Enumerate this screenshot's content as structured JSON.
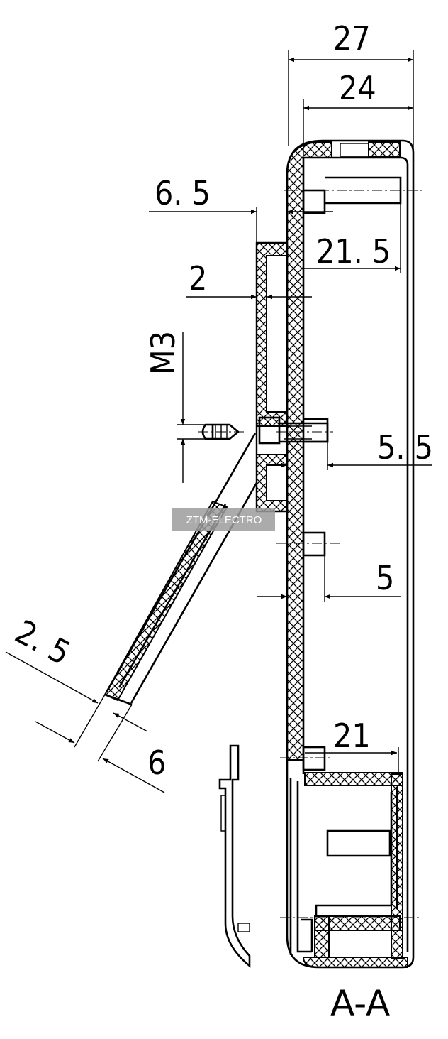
{
  "drawing": {
    "section_label": "A-A",
    "dimensions": {
      "overall_width": "27",
      "inner_width": "24",
      "offset_6_5": "6. 5",
      "depth_21_5": "21. 5",
      "wall_2": "2",
      "thread": "M3",
      "gap_5_5": "5. 5",
      "gap_5": "5",
      "lid_2_5": "2. 5",
      "lid_6": "6",
      "depth_21": "21"
    },
    "watermark": "ZTM-ELECTRO"
  }
}
